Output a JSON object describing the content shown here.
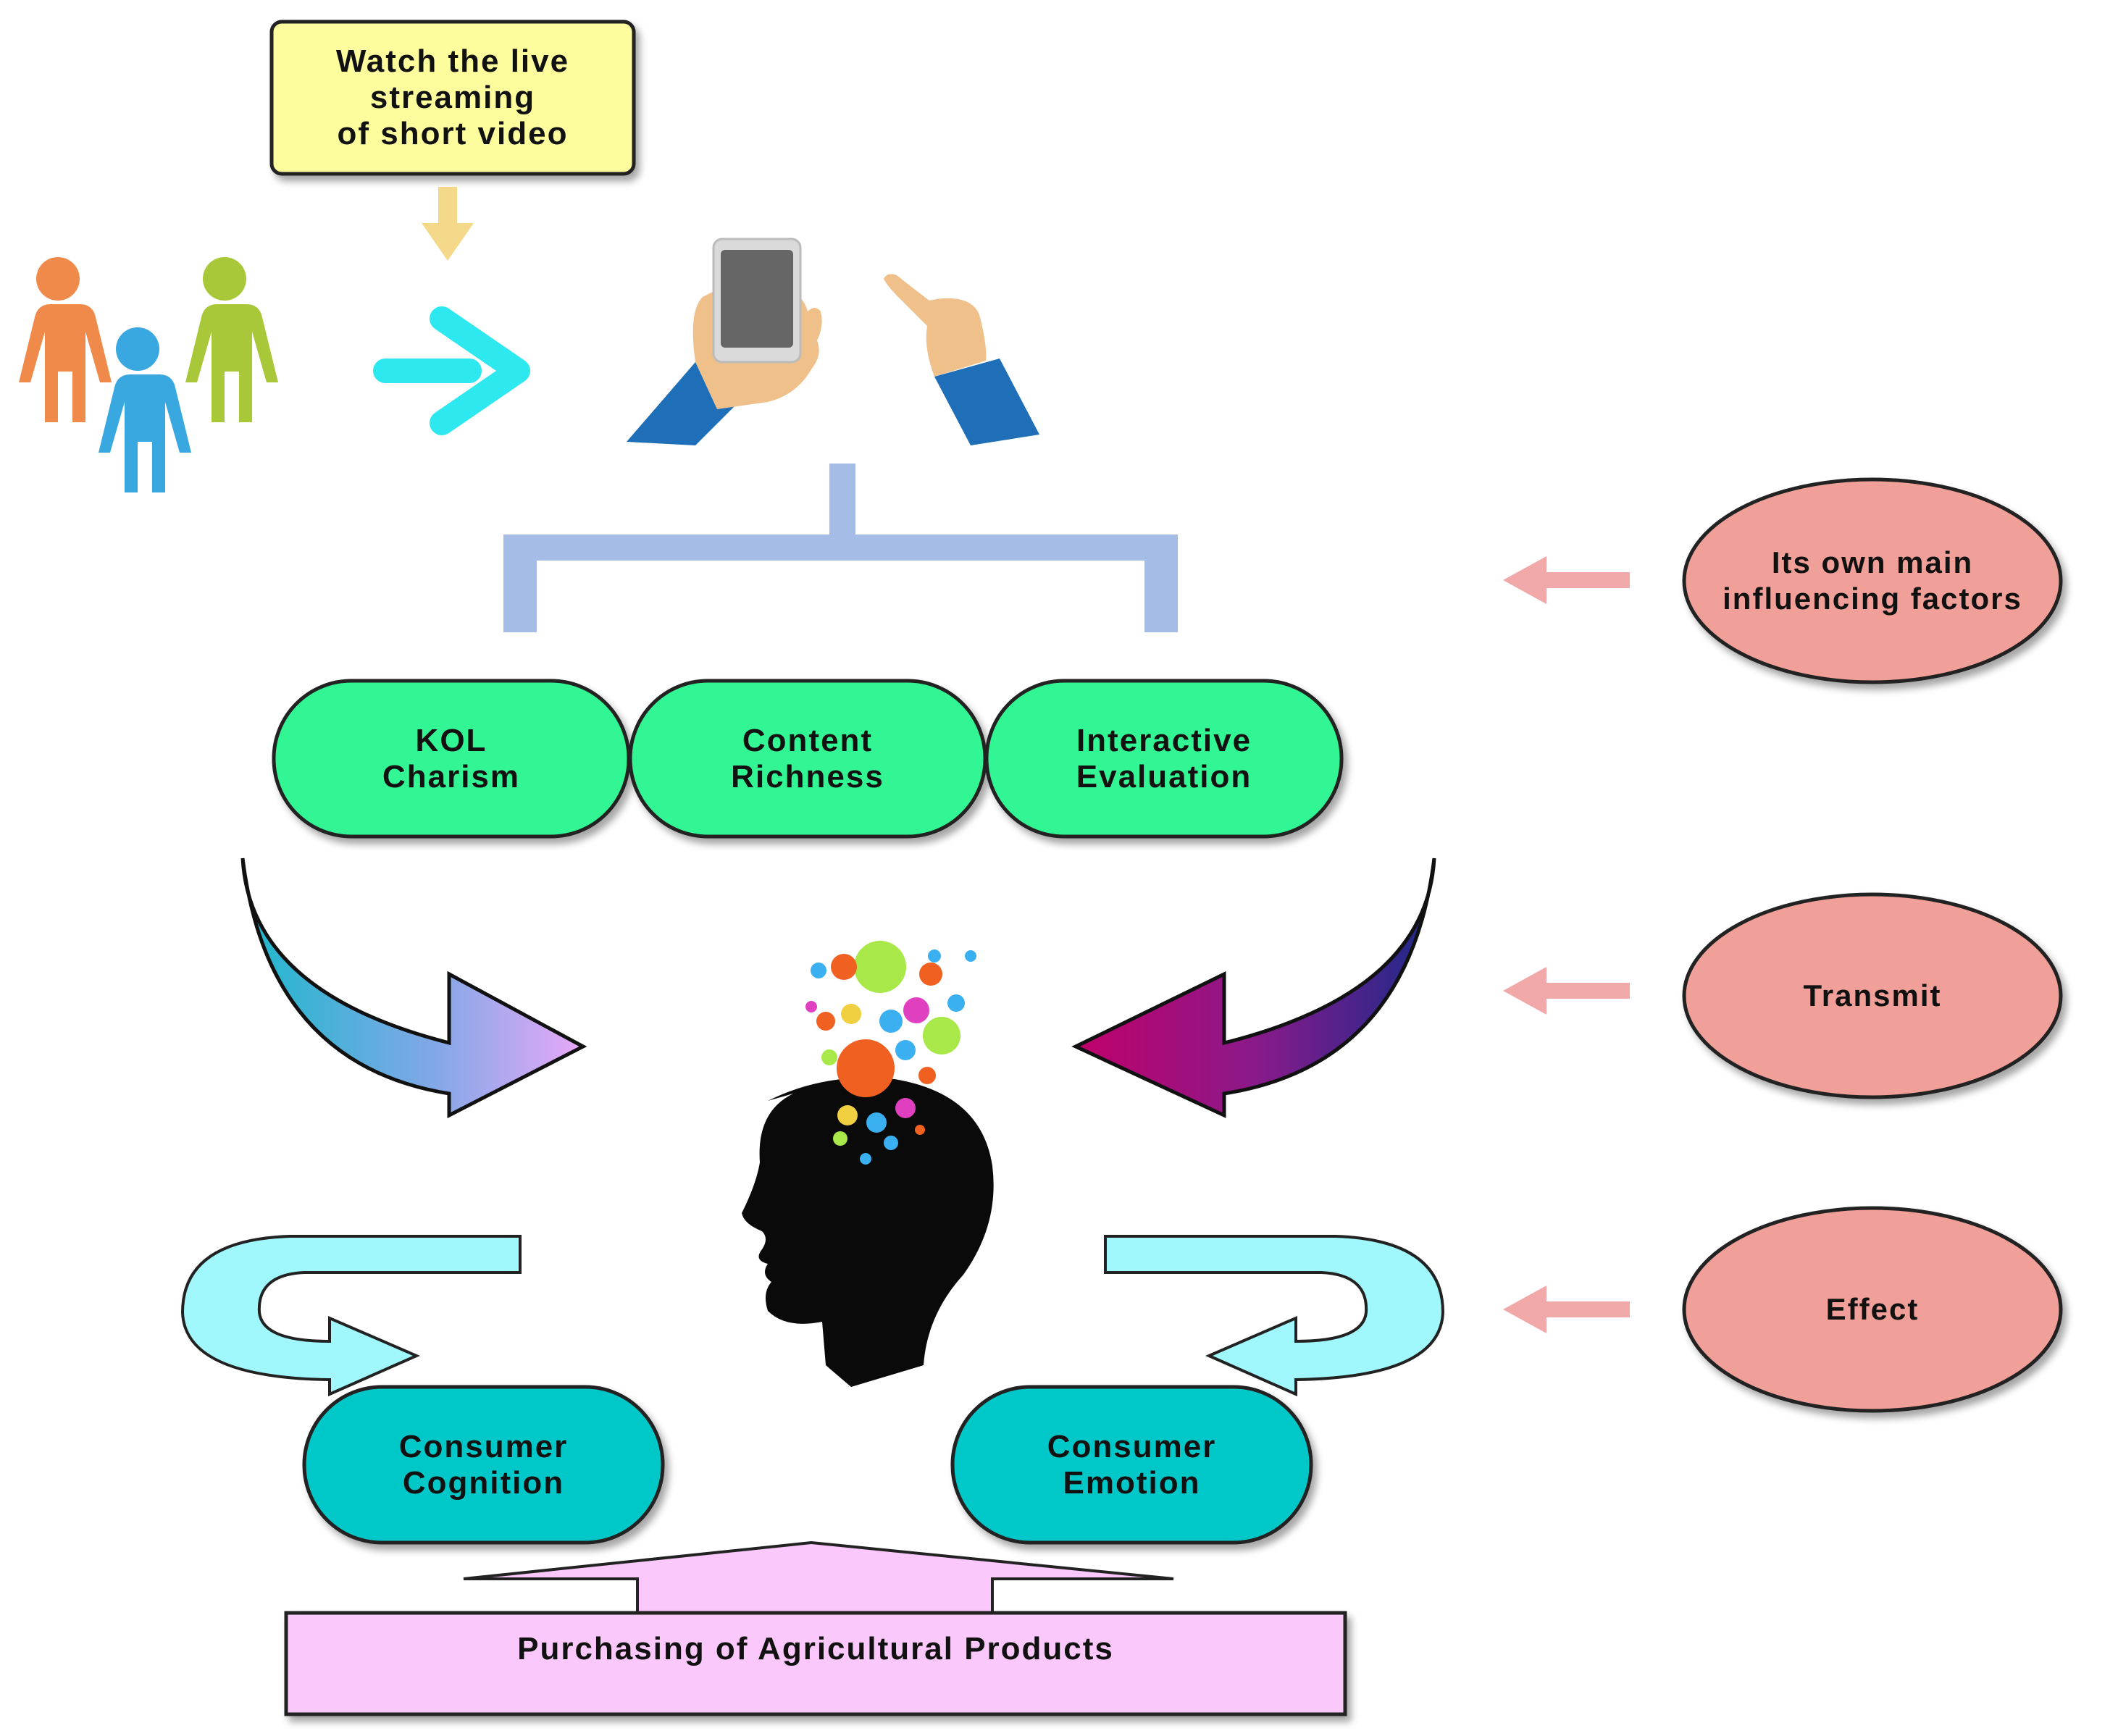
{
  "callout": {
    "lines": [
      "Watch the  live",
      "streaming",
      "of short video"
    ]
  },
  "factors": [
    {
      "lines": [
        "KOL",
        "Charism"
      ]
    },
    {
      "lines": [
        "Content",
        "Richness"
      ]
    },
    {
      "lines": [
        "Interactive",
        "Evaluation"
      ]
    }
  ],
  "outcomes": [
    {
      "lines": [
        "Consumer",
        "Cognition"
      ]
    },
    {
      "lines": [
        "Consumer",
        "Emotion"
      ]
    }
  ],
  "stages": [
    {
      "lines": [
        "Its own main",
        "influencing factors"
      ]
    },
    {
      "lines": [
        "Transmit"
      ]
    },
    {
      "lines": [
        "Effect"
      ]
    }
  ],
  "result": {
    "label": "Purchasing of Agricultural Products"
  },
  "colors": {
    "callout": "#fdfd9e",
    "factor": "#33f594",
    "outcome": "#00c8c8",
    "stage": "#f0a098",
    "result": "#fac8fa",
    "bracket": "#a4bce6",
    "small_arrow": "#f0a8a8",
    "curl_arrow": "#a0f8fc"
  },
  "icons": {
    "people": "people-icon",
    "hands": "hands-holding-phone-icon",
    "head": "head-silhouette-icon"
  }
}
